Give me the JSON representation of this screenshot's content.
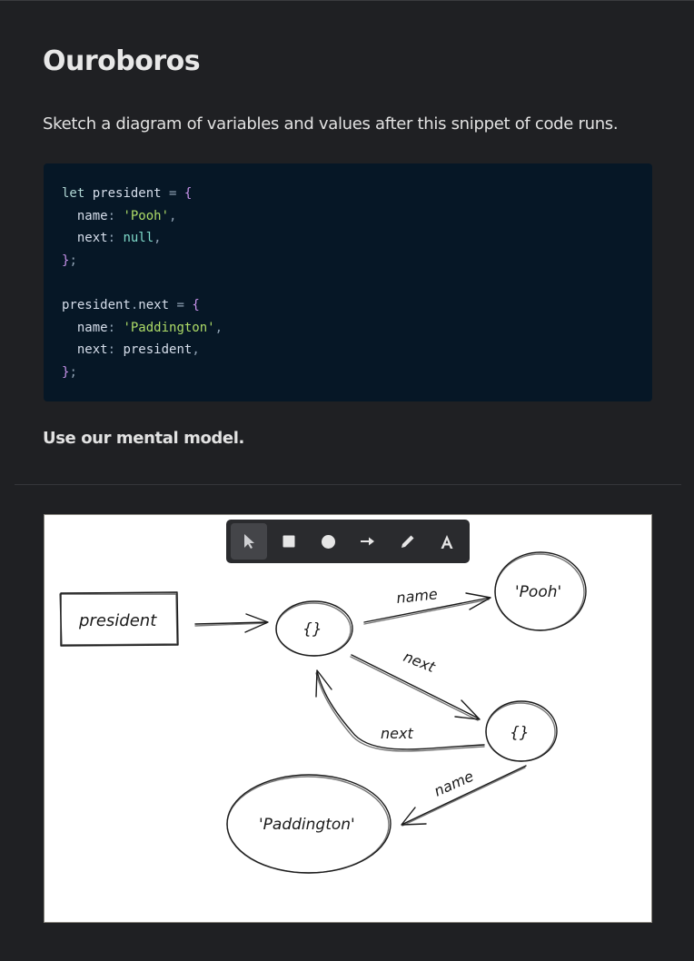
{
  "page": {
    "title": "Ouroboros",
    "instruction": "Sketch a diagram of variables and values after this snippet of code runs.",
    "model_note": "Use our mental model."
  },
  "code": {
    "lines": [
      "let president = {",
      "  name: 'Pooh',",
      "  next: null,",
      "};",
      "",
      "president.next = {",
      "  name: 'Paddington',",
      "  next: president,",
      "};"
    ]
  },
  "toolbar": {
    "tools": [
      {
        "name": "select",
        "icon": "cursor-icon",
        "active": true
      },
      {
        "name": "rectangle",
        "icon": "square-icon",
        "active": false
      },
      {
        "name": "ellipse",
        "icon": "circle-icon",
        "active": false
      },
      {
        "name": "arrow",
        "icon": "arrow-icon",
        "active": false
      },
      {
        "name": "draw",
        "icon": "pencil-icon",
        "active": false
      },
      {
        "name": "text",
        "icon": "text-icon",
        "active": false
      }
    ]
  },
  "diagram": {
    "variable_label": "president",
    "object1_label": "{}",
    "object2_label": "{}",
    "value_pooh": "'Pooh'",
    "value_paddington": "'Paddington'",
    "edge_name_1": "name",
    "edge_next_1": "next",
    "edge_next_2": "next",
    "edge_name_2": "name"
  },
  "colors": {
    "background": "#1f2023",
    "code_background": "#061726",
    "canvas_background": "#ffffff",
    "toolbar_background": "#2a2b2e"
  }
}
